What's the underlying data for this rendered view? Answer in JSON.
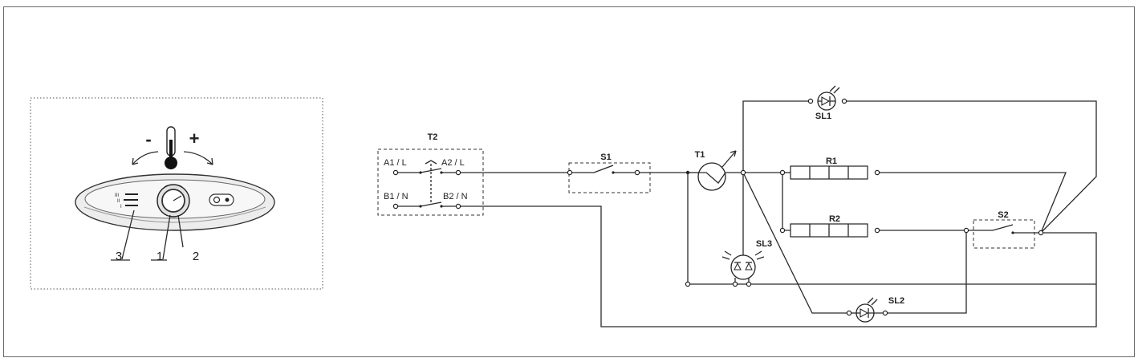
{
  "control_panel": {
    "minus_sign": "-",
    "plus_sign": "+",
    "callouts": [
      "3",
      "1",
      "2"
    ],
    "mode_marks": [
      "I",
      "II",
      "III"
    ]
  },
  "circuit": {
    "T2": {
      "label": "T2",
      "terminals": [
        "A1 / L",
        "A2 / L",
        "B1 / N",
        "B2 / N"
      ]
    },
    "S1": {
      "label": "S1"
    },
    "T1": {
      "label": "T1"
    },
    "R1": {
      "label": "R1"
    },
    "R2": {
      "label": "R2"
    },
    "S2": {
      "label": "S2"
    },
    "SL1": {
      "label": "SL1"
    },
    "SL2": {
      "label": "SL2"
    },
    "SL3": {
      "label": "SL3"
    }
  }
}
